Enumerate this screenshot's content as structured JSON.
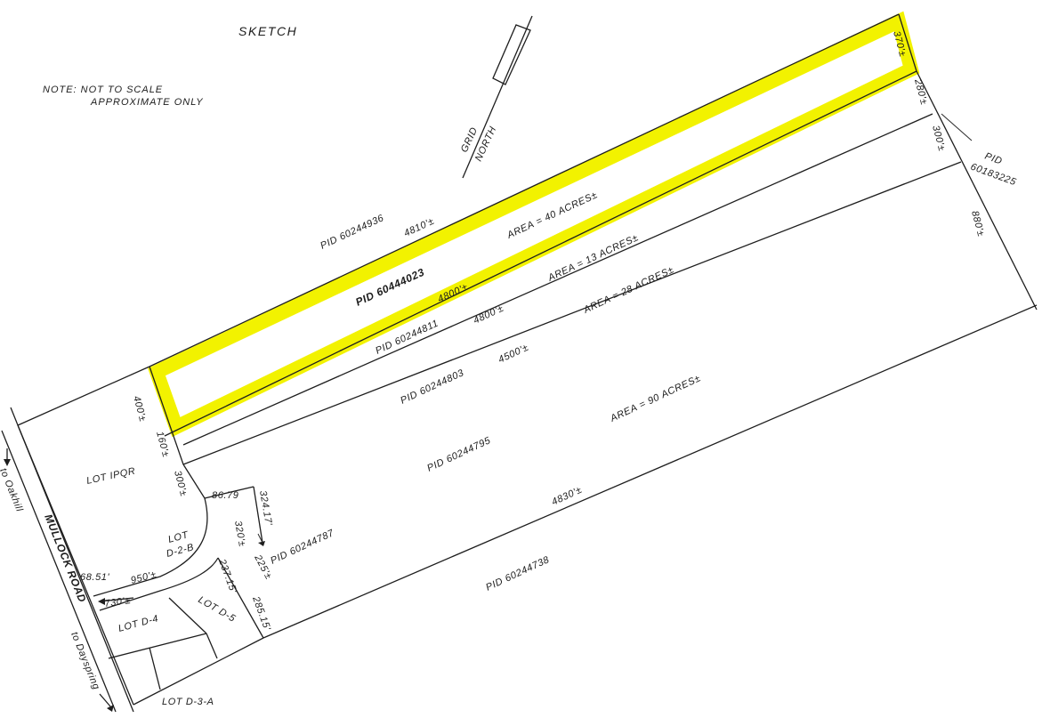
{
  "title": "SKETCH",
  "note": {
    "line1": "NOTE: NOT TO SCALE",
    "line2": "APPROXIMATE ONLY"
  },
  "north": {
    "label1": "GRID",
    "label2": "NORTH"
  },
  "highlight_color": "#f2f200",
  "parcels": {
    "pid_60244936": "PID 60244936",
    "pid_60444023": "PID 60444023",
    "pid_60244811": "PID 60244811",
    "pid_60244803": "PID 60244803",
    "pid_60244795": "PID 60244795",
    "pid_60244787": "PID 60244787",
    "pid_60244738": "PID 60244738",
    "pid_60183225_a": "PID",
    "pid_60183225_b": "60183225"
  },
  "areas": {
    "a40": "AREA = 40 ACRES±",
    "a13": "AREA = 13 ACRES±",
    "a28": "AREA = 28 ACRES±",
    "a90": "AREA = 90 ACRES±"
  },
  "dimensions": {
    "d4810": "4810'±",
    "d4800a": "4800'±",
    "d4800b": "4800'±",
    "d4500": "4500'±",
    "d4830": "4830'±",
    "d370": "370'±",
    "d280": "280'±",
    "d300r": "300'±",
    "d880": "880'±",
    "d400": "400'±",
    "d160": "160'±",
    "d300l": "300'±",
    "d86": "86.79",
    "d324": "324.17'",
    "d320": "320'±",
    "d225": "225'±",
    "d237": "237.15'",
    "d285": "285.15'",
    "d950": "950'±",
    "d730": "730'±",
    "d68": "68.51'"
  },
  "lots": {
    "ipqr": "LOT IPQR",
    "d2b_1": "LOT",
    "d2b_2": "D-2-B",
    "d4": "LOT D-4",
    "d5": "LOT D-5",
    "d3a": "LOT D-3-A"
  },
  "roads": {
    "mullock": "MULLOCK ROAD",
    "oakhill": "to Oakhill",
    "dayspring": "to Dayspring"
  }
}
